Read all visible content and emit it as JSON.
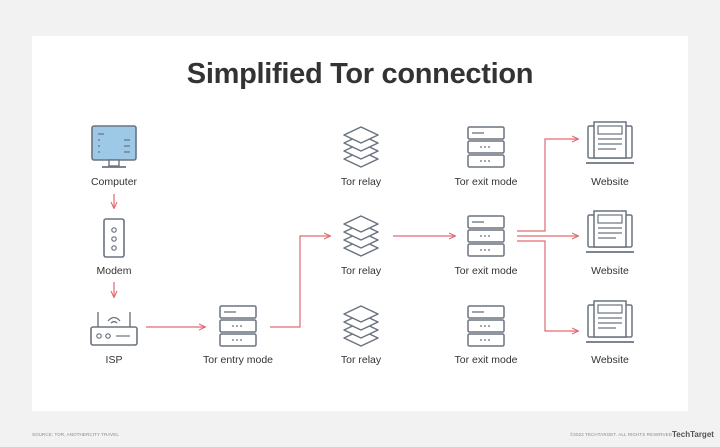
{
  "title": "Simplified Tor connection",
  "labels": {
    "computer": "Computer",
    "modem": "Modem",
    "isp": "ISP",
    "entry": "Tor entry mode",
    "relay_top": "Tor relay",
    "relay_mid": "Tor relay",
    "relay_bot": "Tor relay",
    "exit_top": "Tor exit mode",
    "exit_mid": "Tor exit mode",
    "exit_bot": "Tor exit mode",
    "site_top": "Website",
    "site_mid": "Website",
    "site_bot": "Website"
  },
  "footer": {
    "left": "SOURCE: TOR, ANOTHERCITY TRAVEL",
    "right": "©2022 TECHTARGET. ALL RIGHTS RESERVED",
    "brand": "TechTarget"
  },
  "colors": {
    "arrow": "#e06a72",
    "icon_stroke": "#6b7380",
    "icon_fill": "#ffffff",
    "screen_blue": "#9dc8e6"
  }
}
